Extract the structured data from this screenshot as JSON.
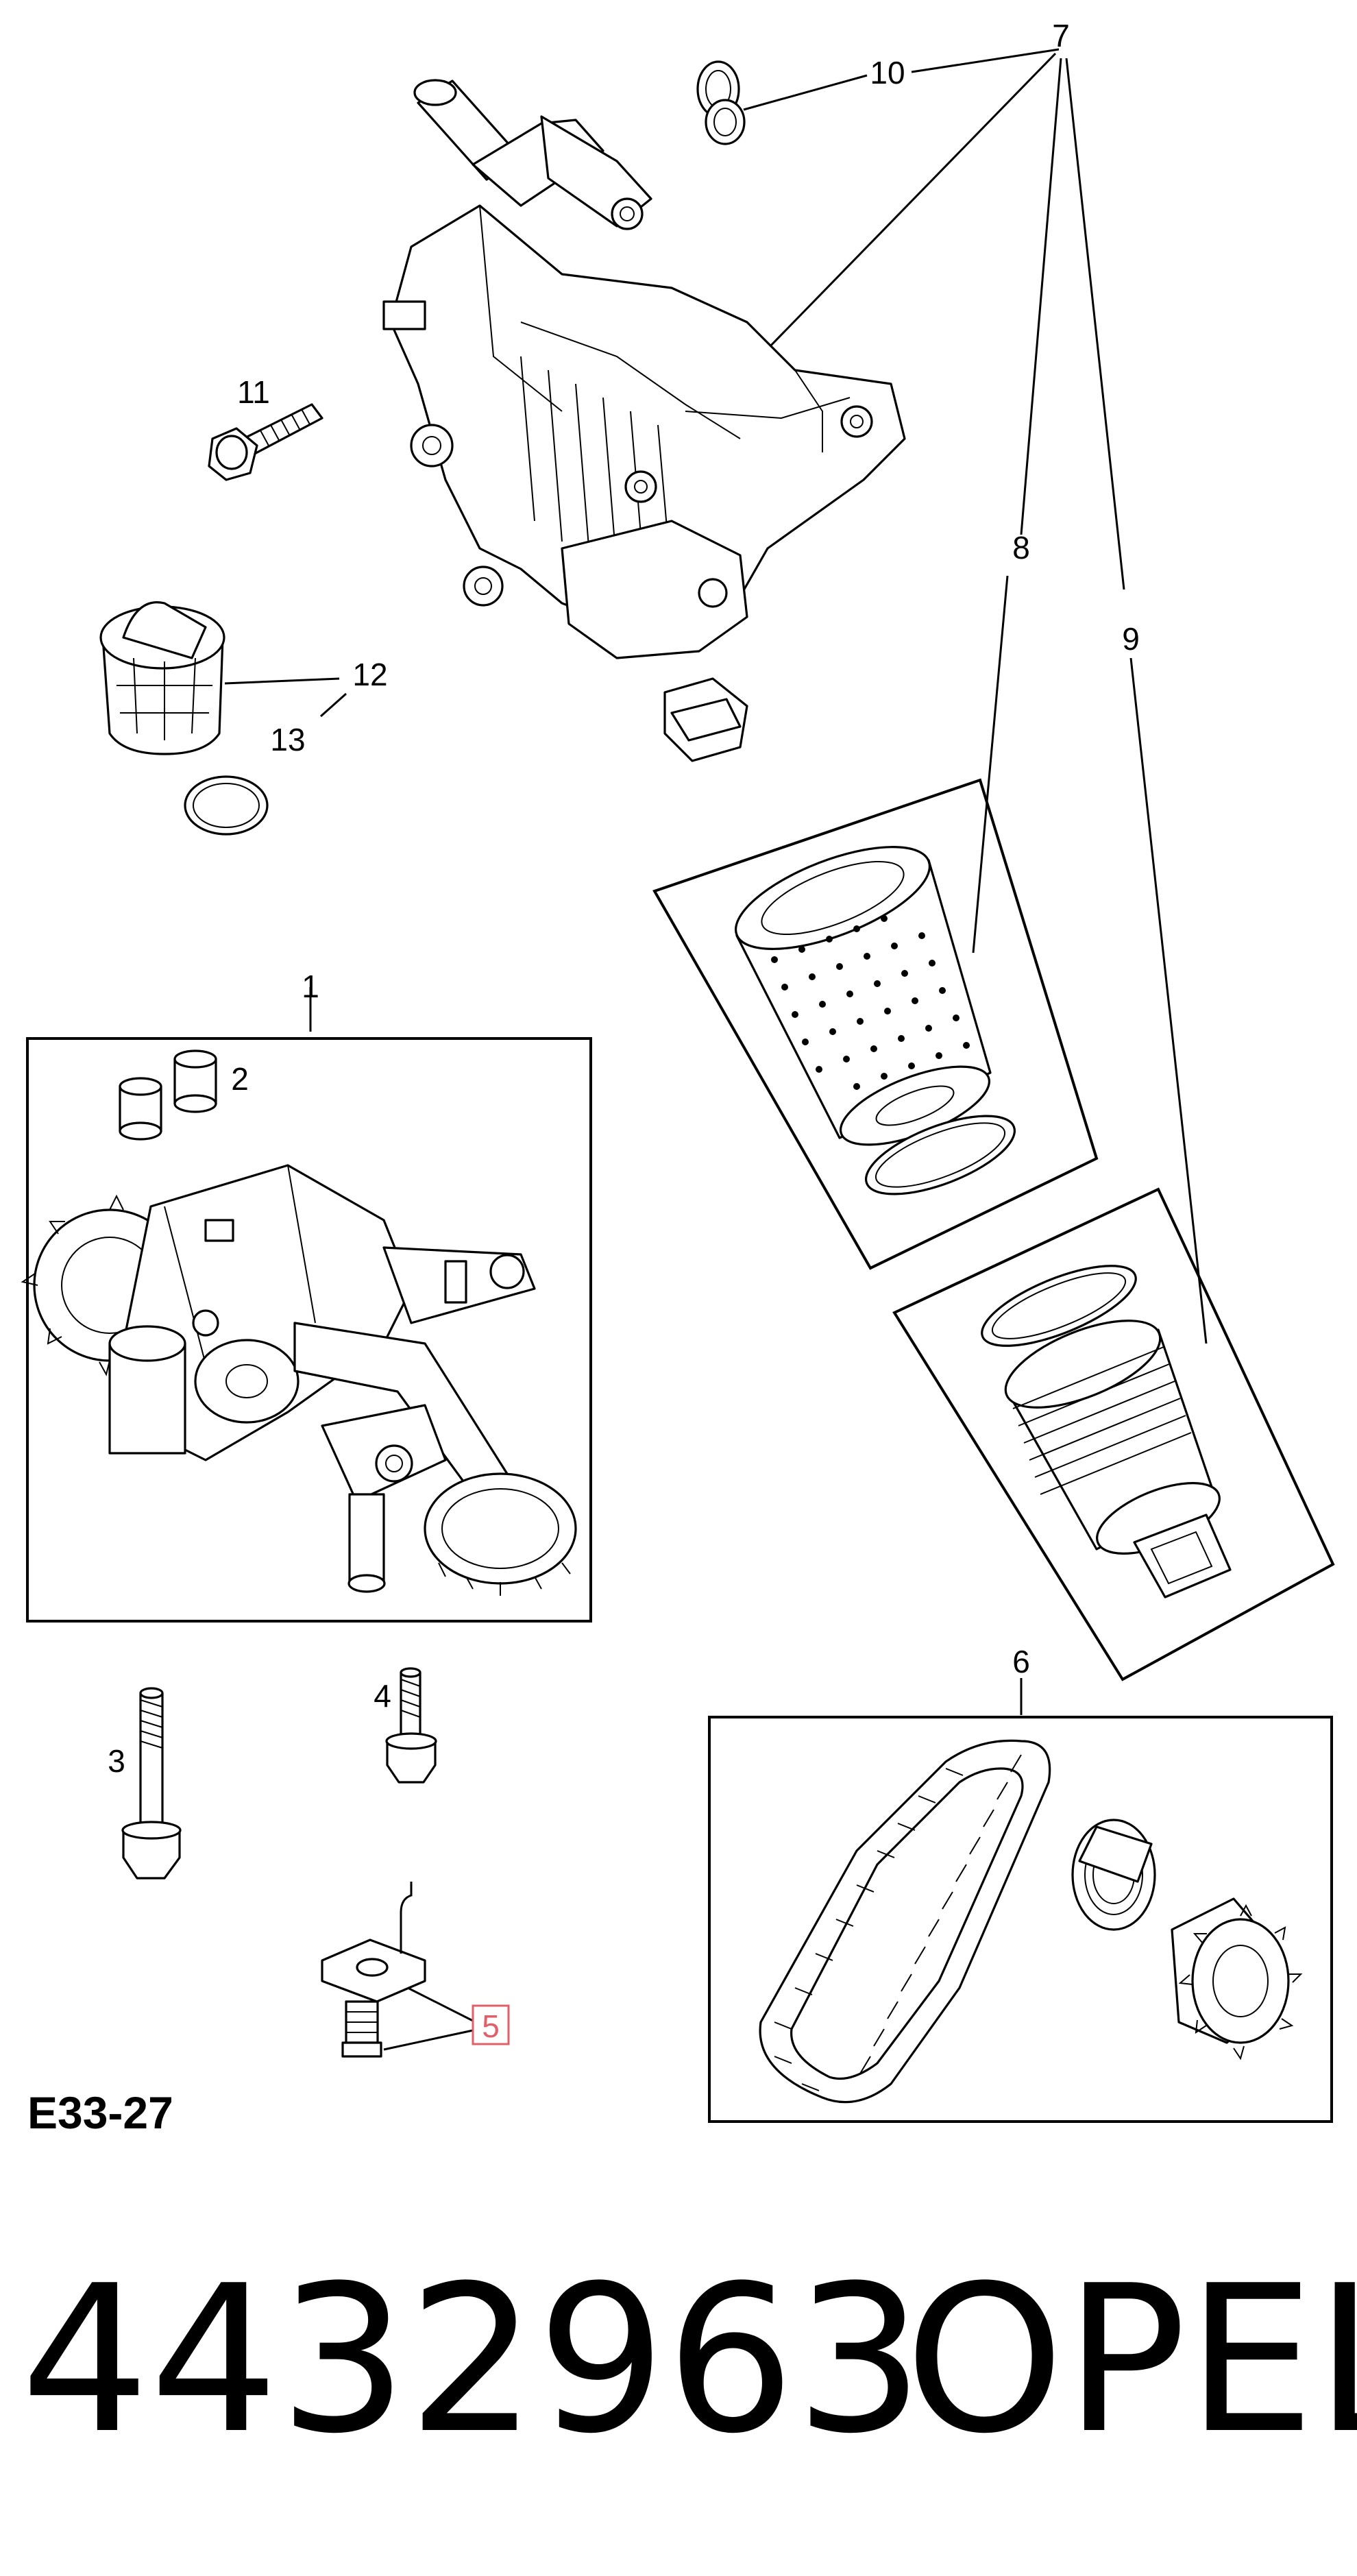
{
  "diagram": {
    "callouts": [
      "1",
      "2",
      "3",
      "4",
      "5",
      "6",
      "7",
      "8",
      "9",
      "10",
      "11",
      "12",
      "13"
    ],
    "highlighted_callout": "5",
    "highlight_color": "#e0606a",
    "figure_code": "E33-27"
  },
  "footer": {
    "part_number": "4432963",
    "brand": "OPEL"
  }
}
